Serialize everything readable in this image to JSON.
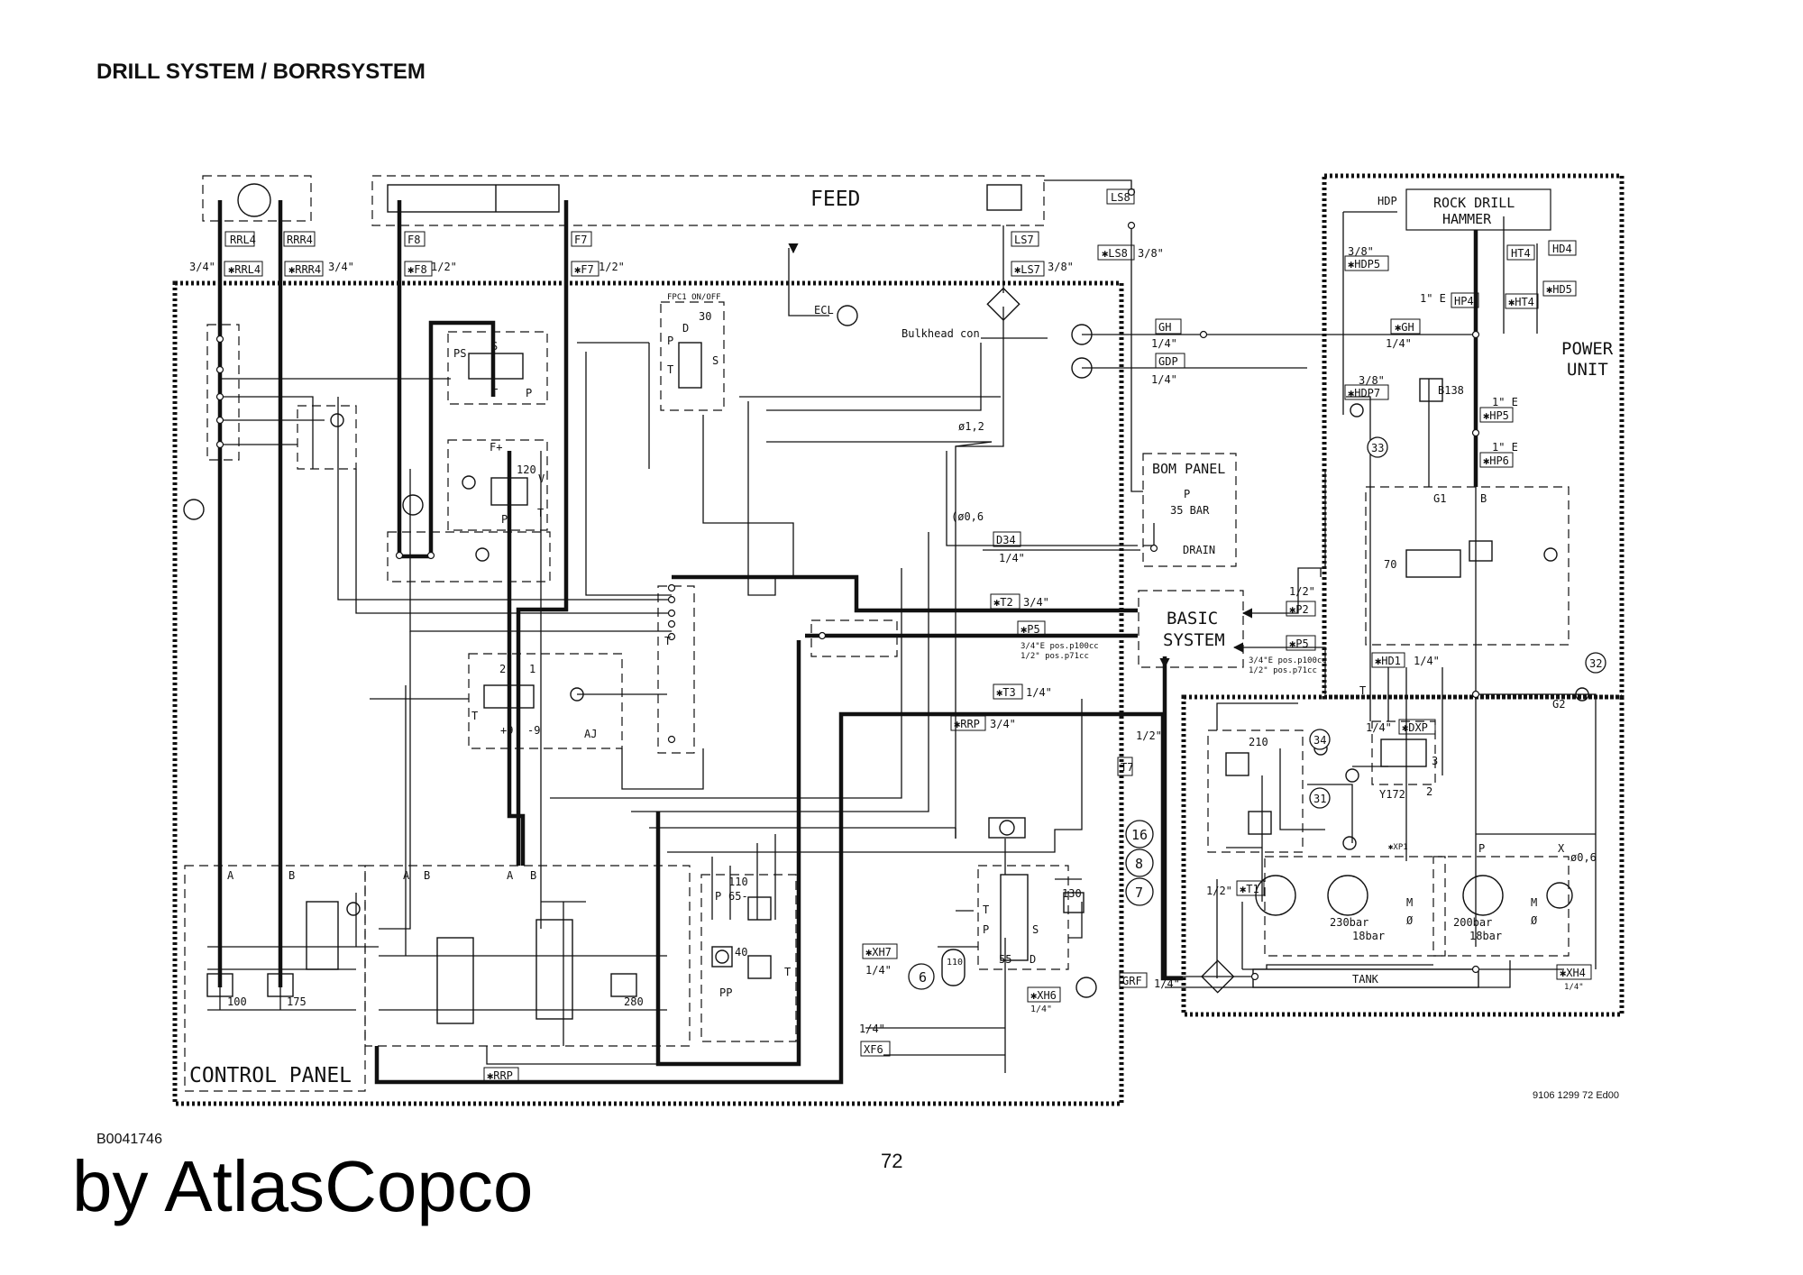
{
  "header": {
    "title": "DRILL SYSTEM / BORRSYSTEM"
  },
  "footer": {
    "doc_code": "B0041746",
    "page_number": "72",
    "brand": "by AtlasCopco",
    "drawing_number": "9106 1299 72 Ed00"
  },
  "blocks": {
    "feed": "FEED",
    "rock_drill_1": "ROCK DRILL",
    "rock_drill_2": "HAMMER",
    "power_unit_1": "POWER",
    "power_unit_2": "UNIT",
    "bom_panel": "BOM PANEL",
    "bom_p": "P",
    "bom_bar": "35 BAR",
    "drain": "DRAIN",
    "basic_1": "BASIC",
    "basic_2": "SYSTEM",
    "control_panel": "CONTROL PANEL",
    "tank": "TANK",
    "fpc": "FPC1 ON/OFF",
    "bulkhead": "Bulkhead con",
    "ecl": "ECL"
  },
  "labels": {
    "rrl4": "RRL4",
    "rrr4": "RRR4",
    "f8": "F8",
    "f7": "F7",
    "ls7": "LS7",
    "ls8": "LS8",
    "xrrl4": "✱RRL4",
    "xrrr4": "✱RRR4",
    "xf8": "✱F8",
    "xf7": "✱F7",
    "xls7": "✱LS7",
    "xls8": "✱LS8",
    "s34": "3/4\"",
    "s34b": "3/4\"",
    "s12a": "1/2\"",
    "s12b": "1/2\"",
    "s38a": "3/8\"",
    "s38b": "3/8\"",
    "hdp": "HDP",
    "xhdp5": "✱HDP5",
    "s38c": "3/8\"",
    "ht4": "HT4",
    "xht4": "✱HT4",
    "hd4": "HD4",
    "xhd5": "✱HD5",
    "hp4": "HP4",
    "s1e": "1\" E",
    "gh": "GH",
    "xgh": "✱GH",
    "gdp": "GDP",
    "s14gh": "1/4\"",
    "s14gh2": "1/4\"",
    "s14gdp": "1/4\"",
    "xhdp7": "✱HDP7",
    "s38d": "3/8\"",
    "b138": "B138",
    "xhp5": "✱HP5",
    "xhp6": "✱HP6",
    "s1e2": "1\" E",
    "s1e3": "1\" E",
    "g1": "G1",
    "b": "B",
    "ps": "PS",
    "s_ps": "S",
    "t_ps": "T",
    "p_ps": "P",
    "d30": "30",
    "d": "D",
    "p_fpc": "P",
    "t_fpc": "T",
    "s_fpc": "S",
    "fplus": "F+",
    "v120": "120",
    "v": "V",
    "p_f": "P",
    "t_f": "T",
    "d12": "ø1,2",
    "d06": "(ø0,6",
    "d34": "D34",
    "s14d34": "1/4\"",
    "xt2": "✱T2",
    "s34t2": "3/4\"",
    "xp5": "✱P5",
    "p5a": "3/4\"E pos.p100cc",
    "p5b": "1/2\"  pos.p71cc",
    "xp2": "✱P2",
    "s12p2": "1/2\"",
    "xp5b": "✱P5",
    "p5c": "3/4\"E pos.p100cc",
    "p5d": "1/2\"  pos.p71cc",
    "xt3": "✱T3",
    "s14t3": "1/4\"",
    "xrrp": "✱RRP",
    "s34rrp": "3/4\"",
    "v2": "2",
    "v1": "1",
    "t_val": "T",
    "p9": "+9",
    "m9": "-9",
    "aj": "AJ",
    "xhd1": "✱HD1",
    "s14hd1": "1/4\"",
    "t1": "T",
    "xdxp": "✱DXP",
    "s14dxp": "1/4\"",
    "y172": "Y172",
    "v70": "70",
    "c32": "32",
    "g2": "G2",
    "c33": "33",
    "c34": "34",
    "c31": "31",
    "v210": "210",
    "t7": "T7",
    "s12t7": "1/2\"",
    "xt1": "✱T1",
    "s12t1": "1/2\"",
    "c16": "16",
    "c8": "8",
    "c7": "7",
    "xp1": "✱XP1",
    "s230": "230bar",
    "s18a": "18bar",
    "s200": "200bar",
    "s18b": "18bar",
    "m1": "M",
    "o1": "Ø",
    "m2": "M",
    "o2": "Ø",
    "px": "P",
    "xx": "X",
    "d06b": "ø0,6",
    "xxh4": "✱XH4",
    "s14xh4": "1/4\"",
    "grf": "GRF",
    "s14grf": "1/4\"",
    "a1": "A",
    "b1": "B",
    "a2": "A",
    "b2": "B",
    "a3": "A",
    "b3": "B",
    "v100": "100",
    "v175": "175",
    "v280": "280",
    "v110": "110",
    "v65": "65-",
    "p_pp": "P",
    "v40": "40",
    "pp": "PP",
    "t_pp": "T",
    "v130": "130",
    "t_55": "T",
    "p_55": "P",
    "s_55": "S",
    "v55": "55",
    "d_55": "D",
    "xxh7": "✱XH7",
    "s14xh7": "1/4\"",
    "c6": "6",
    "v110b": "110",
    "xxh6": "✱XH6",
    "s14xh6": "1/4\"",
    "s14xf6": "1/4\"",
    "xf6": "XF6",
    "xrrp2": "✱RRP",
    "t_a": "T",
    "v3": "3",
    "v2b": "2"
  }
}
